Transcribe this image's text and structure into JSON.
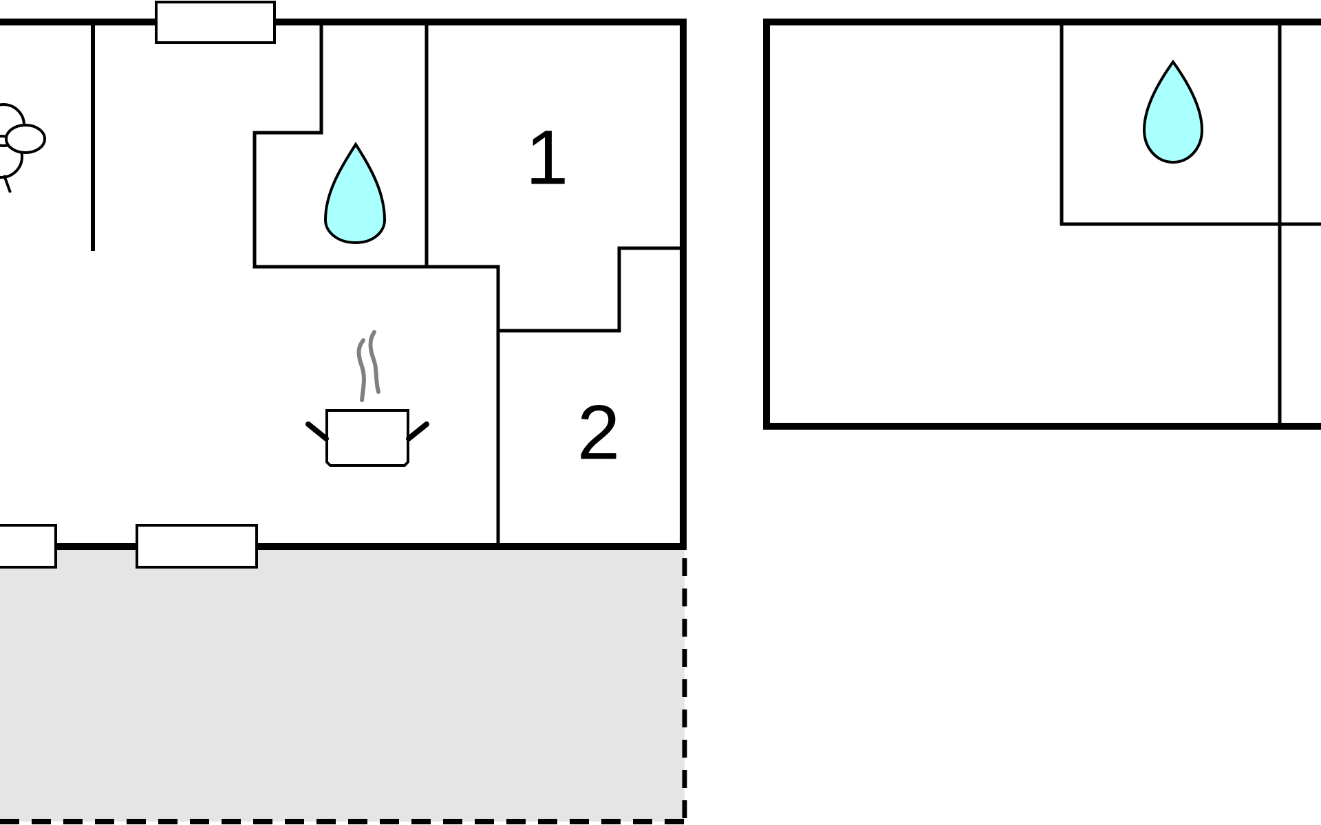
{
  "floorplan": {
    "rooms": [
      {
        "id": "room-1",
        "label": "1"
      },
      {
        "id": "room-2",
        "label": "2"
      }
    ],
    "icons": [
      {
        "name": "bathroom-water-drop-icon"
      },
      {
        "name": "bathroom-water-drop-icon"
      },
      {
        "name": "kitchen-cooking-pot-icon"
      },
      {
        "name": "dining-table-chairs-icon"
      }
    ],
    "terrace": {
      "style": "dashed",
      "fill_color": "#e5e5e5"
    },
    "colors": {
      "wall": "#000000",
      "water_drop": "#aaffff",
      "steam": "#808080",
      "terrace": "#e5e5e5",
      "background": "#ffffff"
    }
  }
}
